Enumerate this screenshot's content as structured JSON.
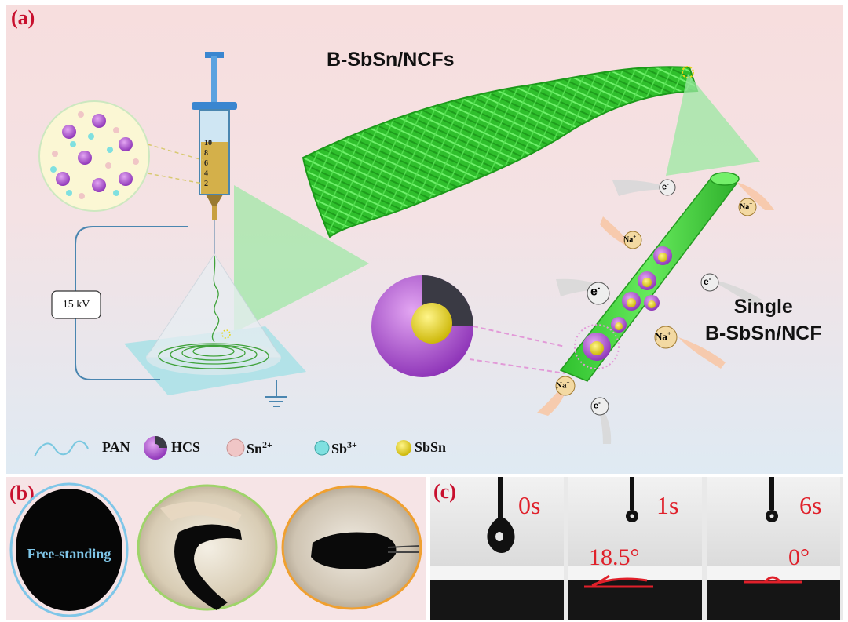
{
  "panel_a": {
    "label": "(a)",
    "title": "B-SbSn/NCFs",
    "single_line1": "Single",
    "single_line2": "B-SbSn/NCF",
    "voltage": "15 kV",
    "syringe_marks": [
      "10",
      "8",
      "6",
      "4",
      "2"
    ],
    "ions": {
      "na": "Na",
      "na_sup": "+",
      "e": "e",
      "e_sup": "-"
    },
    "legend": {
      "pan": "PAN",
      "hcs": "HCS",
      "sn": "Sn",
      "sn_sup": "2+",
      "sb": "Sb",
      "sb_sup": "3+",
      "sbsn": "SbSn"
    },
    "colors": {
      "fiber": "#3fd43a",
      "hcs": "#b45cd6",
      "sbsn": "#e8d61a",
      "sn": "#f0c6c6",
      "sb": "#7fe0e0",
      "cone": "#9be8a2"
    }
  },
  "panel_b": {
    "label": "(b)",
    "free_standing": "Free-standing",
    "ring_colors": [
      "#7fc6e8",
      "#9fd46a",
      "#f0a030"
    ]
  },
  "panel_c": {
    "label": "(c)",
    "frames": [
      {
        "time": "0s",
        "angle": ""
      },
      {
        "time": "1s",
        "angle": "18.5°"
      },
      {
        "time": "6s",
        "angle": "0°"
      }
    ]
  }
}
